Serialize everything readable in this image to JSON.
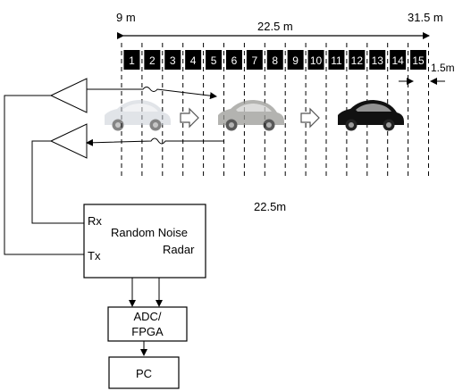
{
  "distances": {
    "start": "9 m",
    "span": "22.5 m",
    "end": "31.5 m",
    "bin_width": "1.5m",
    "range_center": "22.5m"
  },
  "range_bins": [
    "1",
    "2",
    "3",
    "4",
    "5",
    "6",
    "7",
    "8",
    "9",
    "10",
    "11",
    "12",
    "13",
    "14",
    "15"
  ],
  "radar": {
    "rx_label": "Rx",
    "tx_label": "Tx",
    "title_line1": "Random Noise",
    "title_line2": "Radar"
  },
  "adc": {
    "line1": "ADC/",
    "line2": "FPGA"
  },
  "pc": {
    "label": "PC"
  },
  "cars": [
    {
      "color": "#c9ced6",
      "opacity": 0.55
    },
    {
      "color": "#9a9a96",
      "opacity": 0.75
    },
    {
      "color": "#111111",
      "opacity": 1.0
    }
  ]
}
